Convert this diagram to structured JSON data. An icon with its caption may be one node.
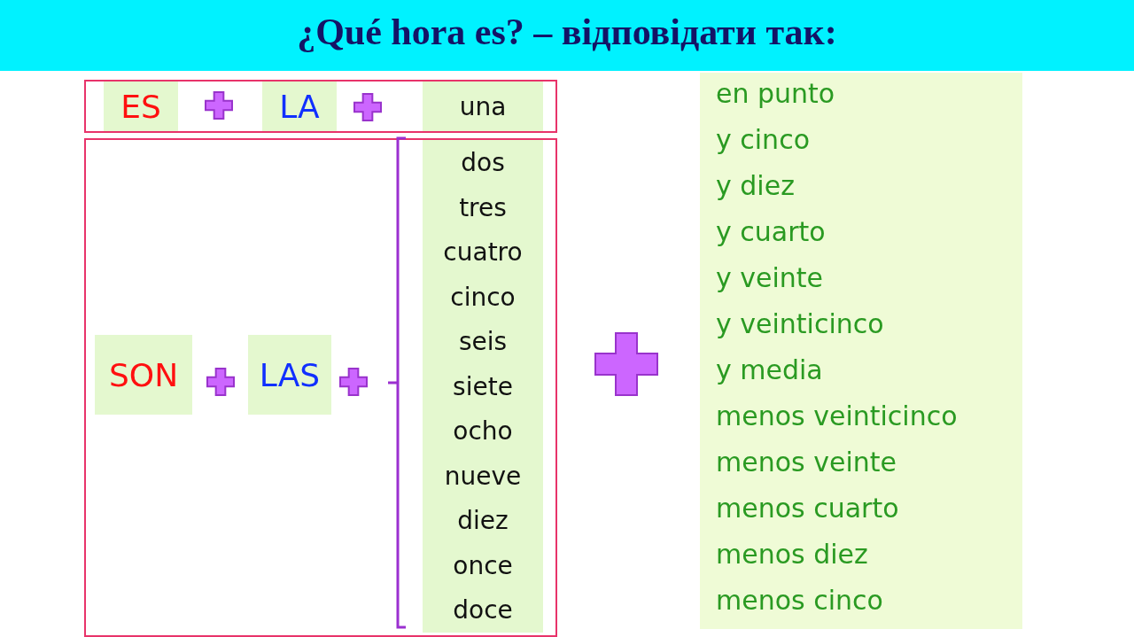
{
  "diagram": {
    "title": "¿Qué hora es? – відповідати так:",
    "nodes": [
      {
        "text": [],
        "shape": "box"
      },
      {
        "text": [
          "ES"
        ],
        "in": 0
      },
      {
        "text": [
          "LA"
        ],
        "in": 0
      },
      {
        "text": [
          "una"
        ],
        "in": 0
      },
      {
        "text": [],
        "shape": "box"
      },
      {
        "text": [
          "SON"
        ],
        "in": 4
      },
      {
        "text": [
          "LAS"
        ],
        "in": 4
      },
      {
        "text": [
          "dos"
        ],
        "in": 4
      },
      {
        "text": [
          "tres"
        ],
        "in": 4
      },
      {
        "text": [
          "cuatro"
        ],
        "in": 4
      },
      {
        "text": [
          "cinco"
        ],
        "in": 4
      },
      {
        "text": [
          "seis"
        ],
        "in": 4
      },
      {
        "text": [
          "siete"
        ],
        "in": 4
      },
      {
        "text": [
          "ocho"
        ],
        "in": 4
      },
      {
        "text": [
          "nueve"
        ],
        "in": 4
      },
      {
        "text": [
          "diez"
        ],
        "in": 4
      },
      {
        "text": [
          "once"
        ],
        "in": 4
      },
      {
        "text": [
          "doce"
        ],
        "in": 4
      },
      {
        "text": [
          "en punto",
          "y cinco",
          "y diez",
          "y cuarto",
          "y veinte",
          "y veinticinco",
          "y media",
          "menos veinticinco",
          "menos veinte",
          "menos cuarto",
          "menos diez",
          "menos cinco"
        ]
      }
    ],
    "edges": []
  }
}
